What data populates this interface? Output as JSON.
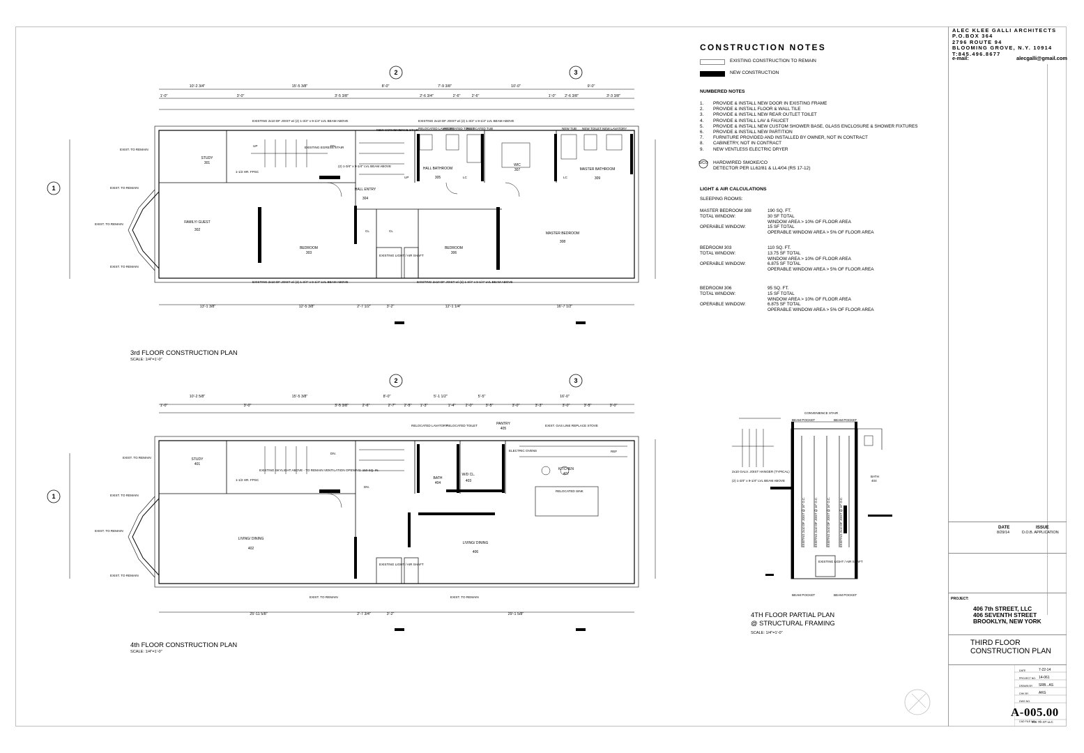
{
  "firm": {
    "lines": [
      "ALEC KLEE GALLI ARCHITECTS",
      "P.O.BOX 364",
      "2796 ROUTE 94",
      "BLOOMING GROVE, N.Y.   10914",
      "T:845.496.8677"
    ],
    "email_label": "e-mail:",
    "email": "alecgalli@gmail.com"
  },
  "construction_notes": {
    "title": "CONSTRUCTION NOTES",
    "legend": [
      {
        "label": "EXISTING CONSTRUCTION TO REMAIN",
        "fill": "#ffffff"
      },
      {
        "label": "NEW CONSTRUCTION",
        "fill": "#000000"
      }
    ],
    "numbered_title": "NUMBERED NOTES",
    "numbered": [
      {
        "num": "1.",
        "text": "PROVIDE & INSTALL NEW DOOR IN EXISTING FRAME"
      },
      {
        "num": "2.",
        "text": "PROVIDE & INSTALL FLOOR & WALL TILE"
      },
      {
        "num": "3.",
        "text": "PROVIDE & INSTALL NEW REAR OUTLET TOILET"
      },
      {
        "num": "4.",
        "text": "PROVIDE & INSTALL LAV & FAUCET"
      },
      {
        "num": "5.",
        "text": "PROVIDE & INSTALL NEW CUSTOM SHOWER BASE, GLASS ENCLOSURE & SHOWER FIXTURES"
      },
      {
        "num": "6.",
        "text": "PROVIDE & INSTALL NEW PARTITION"
      },
      {
        "num": "7.",
        "text": "FURNITURE PROVIDED AND INSTALLED BY OWNER, NOT IN CONTRACT"
      },
      {
        "num": "8.",
        "text": "CABINETRY, NOT IN CONTRACT"
      },
      {
        "num": "9.",
        "text": "NEW VENTLESS ELECTRIC DRYER"
      }
    ],
    "smoke_symbol": "S/CO",
    "smoke_text": [
      "HARDWIRED SMOKE/CO",
      "DETECTOR PER LL62/81 & LL4/04 (RS 17-12)"
    ],
    "calc_title": "LIGHT & AIR CALCULATIONS",
    "sleeping_rooms": "SLEEPING ROOMS:",
    "rooms": [
      {
        "name": "MASTER BEDROOM 308",
        "area": "190 SQ. FT.",
        "total_window_label": "TOTAL WINDOW:",
        "total_window": "30 SF TOTAL",
        "window_check": "WINDOW AREA > 10% OF FLOOR AREA",
        "operable_label": "OPERABLE WINDOW:",
        "operable": "15 SF TOTAL",
        "operable_check": "OPERABLE WINDOW AREA > 5% OF FLOOR AREA"
      },
      {
        "name": "BEDROOM  303",
        "area": "110 SQ. FT.",
        "total_window_label": "TOTAL WINDOW:",
        "total_window": "13.75 SF TOTAL",
        "window_check": "WINDOW AREA > 10% OF FLOOR AREA",
        "operable_label": "OPERABLE WINDOW:",
        "operable": "6.875 SF TOTAL",
        "operable_check": "OPERABLE WINDOW AREA > 5% OF FLOOR AREA"
      },
      {
        "name": "BEDROOM  306",
        "area": "95 SQ. FT.",
        "total_window_label": "TOTAL WINDOW:",
        "total_window": "15 SF TOTAL",
        "window_check": "WINDOW AREA > 10% OF FLOOR AREA",
        "operable_label": "OPERABLE WINDOW:",
        "operable": "6.875 SF TOTAL",
        "operable_check": "OPERABLE WINDOW AREA > 5% OF FLOOR AREA"
      }
    ]
  },
  "plan3": {
    "title": "3rd FLOOR CONSTRUCTION PLAN",
    "scale": "SCALE: 1/4\"=1'-0\"",
    "top_dims": [
      "10'-2 3/4\"",
      "15'-5 3/8\"",
      "8'-0\"",
      "7'-9 3/8\"",
      "10'-0\"",
      "9'-0\""
    ],
    "top_dims2": [
      "1'-0\"",
      "3'-0\"",
      "3'-5 3/8\"",
      "2'-6 3/4\"",
      "2'-6\"",
      "2'-6\"",
      "1'-0\"",
      "2'-6 3/8\"",
      "3'-3 3/8\""
    ],
    "bottom_dims": [
      "13'-1 3/8\"",
      "12'-5 3/8\"",
      "2'-7 1/2\"",
      "3'-2\"",
      "12'-1 1/4\"",
      "16'-7 1/2\""
    ],
    "rooms": [
      {
        "name": "STUDY",
        "num": "301"
      },
      {
        "name": "FAMILY/ GUEST",
        "num": "302"
      },
      {
        "name": "BEDROOM",
        "num": "303"
      },
      {
        "name": "HALL ENTRY",
        "num": "304"
      },
      {
        "name": "HALL BATHROOM",
        "num": "305"
      },
      {
        "name": "BEDROOM",
        "num": "306"
      },
      {
        "name": "WIC",
        "num": "307"
      },
      {
        "name": "MASTER BEDROOM",
        "num": "308"
      },
      {
        "name": "MASTER BATHROOM",
        "num": "309"
      }
    ],
    "labels": {
      "beam_top": "EXISTING 2x10 DF JOIST w/ (2) 1-3/4\" x 9-1/4\" LVL BEAM ABOVE",
      "new_stair": "NEW CONVENIENCE STAIR",
      "existing_egress": "EXISTING EGRESS STAIR",
      "exist_remain": "EXIST. TO REMAIN",
      "reloc_lav": "RELOCATED LAVATORY",
      "reloc_toilet": "RELOCATED TOILET",
      "reloc_tub": "RELOCATED TUB",
      "new_tub": "NEW TUB",
      "new_toilet": "NEW TOILET",
      "new_lav": "NEW LAVATORY",
      "light_shaft": "EXISTING LIGHT / AIR SHAFT",
      "lvl_beam": "(2) 1-3/4\" x 9-1/4\" LVL BEAM ABOVE",
      "fpsc": "1-1/2 HR. FPSC",
      "cl": "CL",
      "lc": "LC",
      "up": "UP",
      "dn": "DN."
    }
  },
  "plan4": {
    "title": "4th FLOOR CONSTRUCTION PLAN",
    "scale": "SCALE: 1/4\"=1'-0\"",
    "top_dims": [
      "10'-2 5/8\"",
      "15'-5 3/8\"",
      "8'-0\"",
      "5'-1 1/2\"",
      "5'-5\"",
      "16'-0\""
    ],
    "top_dims2": [
      "1'-0\"",
      "3'-0\"",
      "3'-5 3/8\"",
      "2'-6\"",
      "2'-7\"",
      "2'-5\"",
      "1'-3\"",
      "1'-4\"",
      "2'-0\"",
      "3'-5\"",
      "3'-0\"",
      "3'-3\"",
      "3'-0\"",
      "3'-5\"",
      "3'-0\""
    ],
    "bottom_dims": [
      "25'-11 5/8\"",
      "2'-7 3/4\"",
      "3'-2\"",
      "29'-1 5/8\""
    ],
    "rooms": [
      {
        "name": "STUDY",
        "num": "401"
      },
      {
        "name": "LIVING/ DINING",
        "num": "402"
      },
      {
        "name": "BATH",
        "num": "404"
      },
      {
        "name": "W/D CL.",
        "num": "403"
      },
      {
        "name": "PANTRY",
        "num": "405"
      },
      {
        "name": "LIVING/ DINING",
        "num": "406"
      },
      {
        "name": "KITCHEN",
        "num": "407"
      }
    ],
    "labels": {
      "skylight": "EXISTING SKYLIGHT ABOVE - TO REMAIN VENTILATION OPENING: 150 SQ. IN.",
      "reloc_lav": "RELOCATED LAVATORY",
      "reloc_toilet": "RELOCATED TOILET",
      "gas_line": "EXIST. GAS LINE REPLACE STOVE",
      "ref": "REF",
      "ovens": "ELECTRIC OVENS",
      "reloc_sink": "RELOCATED SINK",
      "light_shaft": "EXISTING LIGHT / AIR SHAFT",
      "exist_remain": "EXIST. TO REMAIN",
      "dn": "DN.",
      "fpsc": "1-1/2 HR. FPSC"
    }
  },
  "partial": {
    "title_line1": "4TH FLOOR PARTIAL PLAN",
    "title_line2": "@ STRUCTURAL FRAMING",
    "scale": "SCALE: 1/4\"=1'-0\"",
    "conv_stair": "CONVENIENCE STAIR",
    "beam_pocket": "BEAM POCKET",
    "joist_hanger": "2x10 GALV. JOIST HANGER (TYPICAL)",
    "lvl_beam": "(2) 1-3/4\" x 9-1/4\" LVL BEAM ABOVE",
    "joist_label": "EXISTING 2x10 DF JOIST @ 16\" O.C.",
    "light_shaft": "EXISTING LIGHT / AIR SHAFT",
    "bath": "BATH",
    "bath_num": "404"
  },
  "title_block": {
    "date_header": "DATE",
    "issue_header": "ISSUE",
    "date": "8/29/14",
    "issue": "D.O.B. APPLICATION",
    "project_label": "PROJECT:",
    "project_lines": [
      "406 7th STREET, LLC",
      "406 SEVENTH STREET",
      "BROOKLYN, NEW YORK"
    ],
    "sheet_title_lines": [
      "THIRD FLOOR",
      "CONSTRUCTION PLAN"
    ],
    "info": [
      {
        "label": "DATE",
        "value": "7-22-14"
      },
      {
        "label": "PROJECT NO.",
        "value": "14-061"
      },
      {
        "label": "DRAWN BY",
        "value": "SRB...AS"
      },
      {
        "label": "CHK BY",
        "value": "AKG"
      },
      {
        "label": "DWG NO.",
        "value": ""
      }
    ],
    "sheet_number": "A-005.00",
    "file_label": "CAD FILE NO.",
    "file_value": "406 7th ST LLC"
  }
}
